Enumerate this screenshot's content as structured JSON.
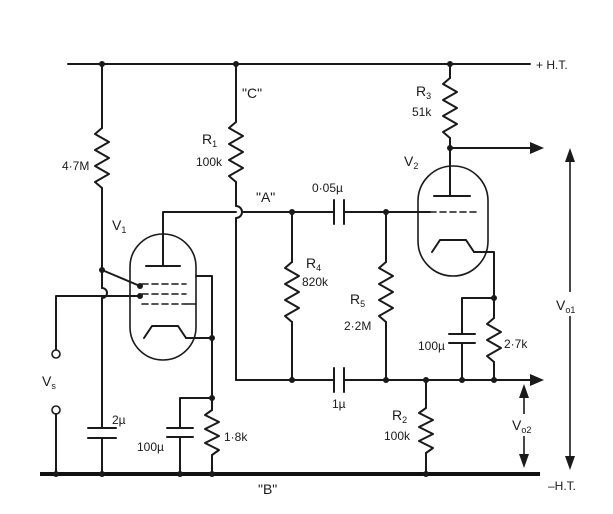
{
  "rails": {
    "positive": "+ H.T.",
    "negative": "–H.T."
  },
  "nodes": {
    "a": "\"A\"",
    "b": "\"B\"",
    "c": "\"C\""
  },
  "valves": {
    "v1": {
      "letter": "V",
      "sub": "1"
    },
    "v2": {
      "letter": "V",
      "sub": "2"
    }
  },
  "resistors": {
    "r1": {
      "letter": "R",
      "sub": "1",
      "value": "100k"
    },
    "r2": {
      "letter": "R",
      "sub": "2",
      "value": "100k"
    },
    "r3": {
      "letter": "R",
      "sub": "3",
      "value": "51k"
    },
    "r4": {
      "letter": "R",
      "sub": "4",
      "value": "820k"
    },
    "r5": {
      "letter": "R",
      "sub": "5",
      "value": "2·2M"
    },
    "grid_leak_v1": {
      "value": "4·7M"
    },
    "cathode_v1": {
      "value": "1·8k"
    },
    "cathode_v2": {
      "value": "2·7k"
    }
  },
  "capacitors": {
    "coupling_top": {
      "value": "0·05µ"
    },
    "coupling_bottom": {
      "value": "1µ"
    },
    "screen_decoupling": {
      "value": "2µ"
    },
    "cathode_bypass_v1": {
      "value": "100µ"
    },
    "cathode_bypass_v2": {
      "value": "100µ"
    }
  },
  "signals": {
    "input": {
      "letter": "V",
      "sub": "s"
    },
    "output1": {
      "letter": "V",
      "sub": "o1"
    },
    "output2": {
      "letter": "V",
      "sub": "o2"
    }
  }
}
